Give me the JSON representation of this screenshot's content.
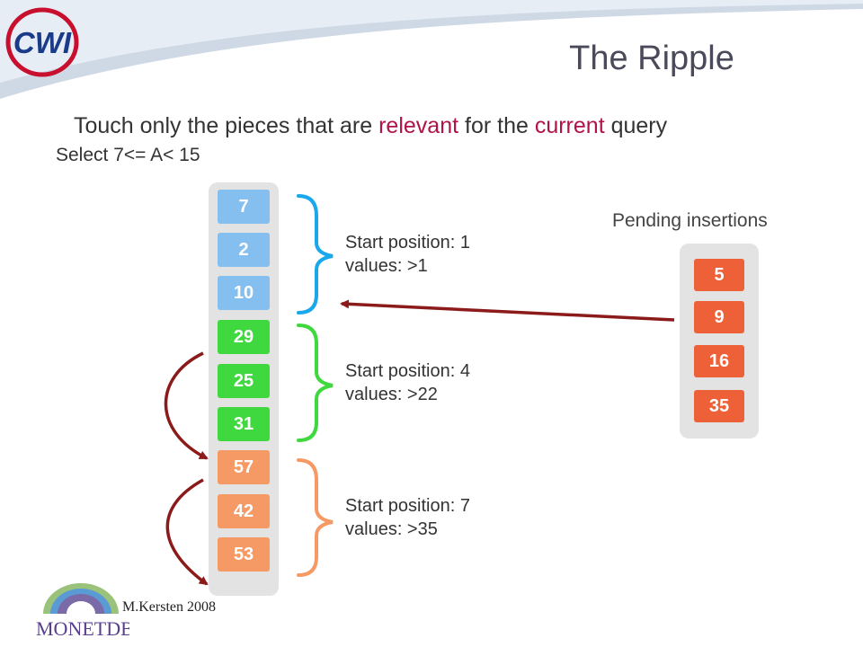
{
  "slide": {
    "title": "The Ripple",
    "subtitle": {
      "part1": "Touch only the pieces that are ",
      "relevant": "relevant",
      "part2": " for the ",
      "current": "current",
      "part3": " query"
    },
    "query": "Select 7<= A< 15",
    "footer": "M.Kersten 2008"
  },
  "logos": {
    "cwi_text": "CWI",
    "monetdb_text": "MONETDB"
  },
  "column": {
    "cells": [
      "7",
      "2",
      "10",
      "29",
      "25",
      "31",
      "57",
      "42",
      "53"
    ]
  },
  "pieces": [
    {
      "line1": "Start position: 1",
      "line2": "values: >1"
    },
    {
      "line1": "Start position: 4",
      "line2": "values: >22"
    },
    {
      "line1": "Start position: 7",
      "line2": "values: >35"
    }
  ],
  "pending": {
    "title": "Pending insertions",
    "cells": [
      "5",
      "9",
      "16",
      "35"
    ]
  },
  "colors": {
    "piece1": "#84bff0",
    "piece2": "#3fd93f",
    "piece3": "#f59a64",
    "pending": "#ee6038",
    "arrow": "#8b1a1a",
    "highlight": "#b0124a"
  }
}
